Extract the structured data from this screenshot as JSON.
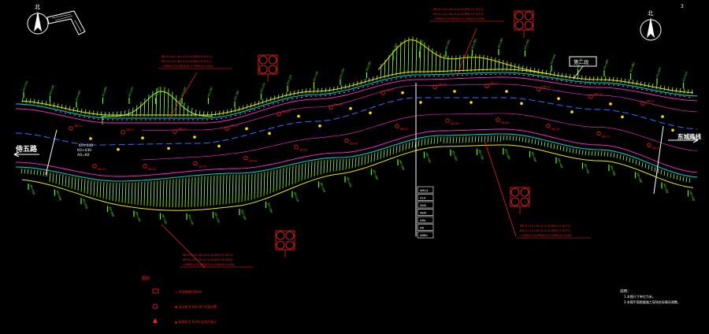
{
  "colors": {
    "background": "#000000",
    "road_edge": "#00c8c8",
    "centerline": "#7a44ff",
    "lane_line": "#ff2ad4",
    "boundary": "#e8e800",
    "slope_green": "#9cff2a",
    "annotation_red": "#ff2020",
    "station_green": "#57ff2a",
    "marker_yellow": "#ffe000",
    "white": "#ffffff",
    "blue": "#3a6cff"
  },
  "page_marker": "3",
  "road_names": {
    "left": "侍五路",
    "right": "东城路线"
  },
  "left_station_text": [
    "K0+000",
    "K0+030",
    "A0=K0"
  ],
  "callouts": [
    {
      "lines": [
        "M0.5=1V=N=2.0=0(0M)+0.0(F1)",
        "M3.5=1V=N=5.0=0(0M)+5.0(F1)",
        "=3M0(3.5)(5M)0(0)+1M0(0)+1(M)"
      ]
    },
    {
      "lines": [
        "M0.5=1V=N=2.0=0(0M)+0.0(F1)",
        "M3.5=1V=N=5.0=0(0M)+5.0(F1)",
        "=3M0(3.5)(5M)0(0)+1M0(0)+1(M)"
      ]
    },
    {
      "lines": [
        "M0.5=1V=N=2.0=0(0M)+0.0(F1)",
        "M3.5=1V=N=5.0=0(0M)+5.0(F1)",
        "=3M0(3.5)(5M)0(0)+1M0(0)+1(M)"
      ]
    },
    {
      "lines": [
        "M0.5=1V=N=2.0=0(0M)+0.0(F1)",
        "M3.5=1V=N=5.0=0(0M)+5.0(F1)",
        "=3M0(3.5)(5M)0(0)+1M0(0)+1(M)"
      ]
    }
  ],
  "boxed_label": "第二段",
  "pipe_legend_rows": [
    "WB14",
    "A1A",
    "AWA",
    "AWA",
    "ABb",
    "AB",
    "ABBb"
  ],
  "bottom_legend": {
    "title": "图例",
    "items": [
      "▭ 合同期限内Beef",
      "◉ 设计桩号 K0+00 平面布置",
      "▲ 标高标注 0.5m 比例尺标示"
    ]
  },
  "notes": {
    "title": "说明：",
    "lines": [
      "1.本图尺寸单位为米。",
      "2.本图平面根据施工现场实际情况调整。"
    ]
  },
  "station_labels_upper": [
    "K0+020",
    "K0+040",
    "K0+060",
    "K0+080",
    "K0+100",
    "K0+120",
    "K0+140",
    "K0+160",
    "K0+180",
    "K0+200",
    "K0+220",
    "K0+240",
    "K0+260",
    "K0+280",
    "K0+300",
    "K0+320",
    "K0+340",
    "K0+360",
    "K0+380",
    "K0+400",
    "K0+420",
    "K0+440",
    "K0+460",
    "K0+480",
    "K0+500",
    "K0+520"
  ],
  "station_labels_lower": [
    "K0+020",
    "K0+040",
    "K0+060",
    "K0+080",
    "K0+100",
    "K0+120",
    "K0+140",
    "K0+160",
    "K0+180",
    "K0+200",
    "K0+220",
    "K0+240",
    "K0+260",
    "K0+280",
    "K0+300",
    "K0+320",
    "K0+340",
    "K0+360",
    "K0+380",
    "K0+400",
    "K0+420",
    "K0+440",
    "K0+460",
    "K0+480",
    "K0+500",
    "K0+520"
  ],
  "point_labels_upper": [
    "NB-01",
    "NB-02",
    "NB-03",
    "NB-04",
    "NB-05",
    "NB-06",
    "NB-07",
    "NB-08",
    "NB-09",
    "NB-10",
    "NB-11",
    "NB-12"
  ],
  "point_labels_lower": [
    "SB-01",
    "SB-02",
    "SB-03",
    "SB-04",
    "SB-05",
    "SB-06",
    "SB-07",
    "SB-08",
    "SB-09",
    "SB-10",
    "SB-11",
    "SB-12"
  ],
  "north_label": "北"
}
